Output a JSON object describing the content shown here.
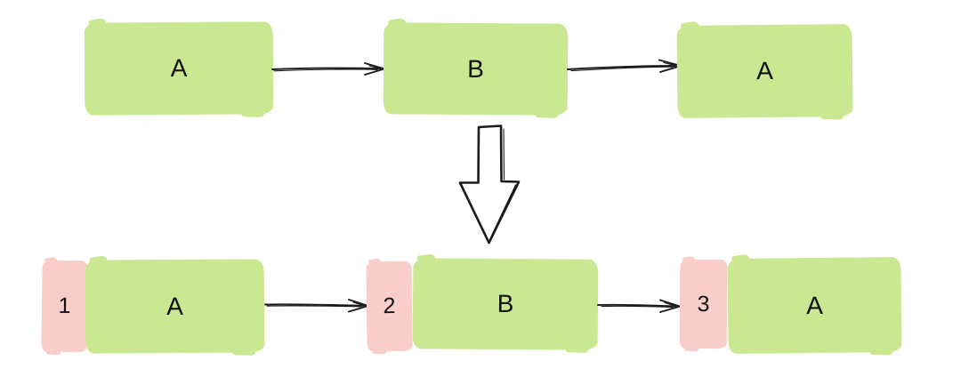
{
  "diagram": {
    "background": "#ffffff",
    "colors": {
      "node_fill": "#cae792",
      "tag_fill": "#f8cdca",
      "ink": "#1b1b1b"
    },
    "top_row": {
      "boxes": [
        {
          "label": "A"
        },
        {
          "label": "B"
        },
        {
          "label": "A"
        }
      ]
    },
    "transform_arrow": {
      "direction": "down"
    },
    "bottom_row": {
      "items": [
        {
          "index": "1",
          "label": "A"
        },
        {
          "index": "2",
          "label": "B"
        },
        {
          "index": "3",
          "label": "A"
        }
      ]
    }
  }
}
